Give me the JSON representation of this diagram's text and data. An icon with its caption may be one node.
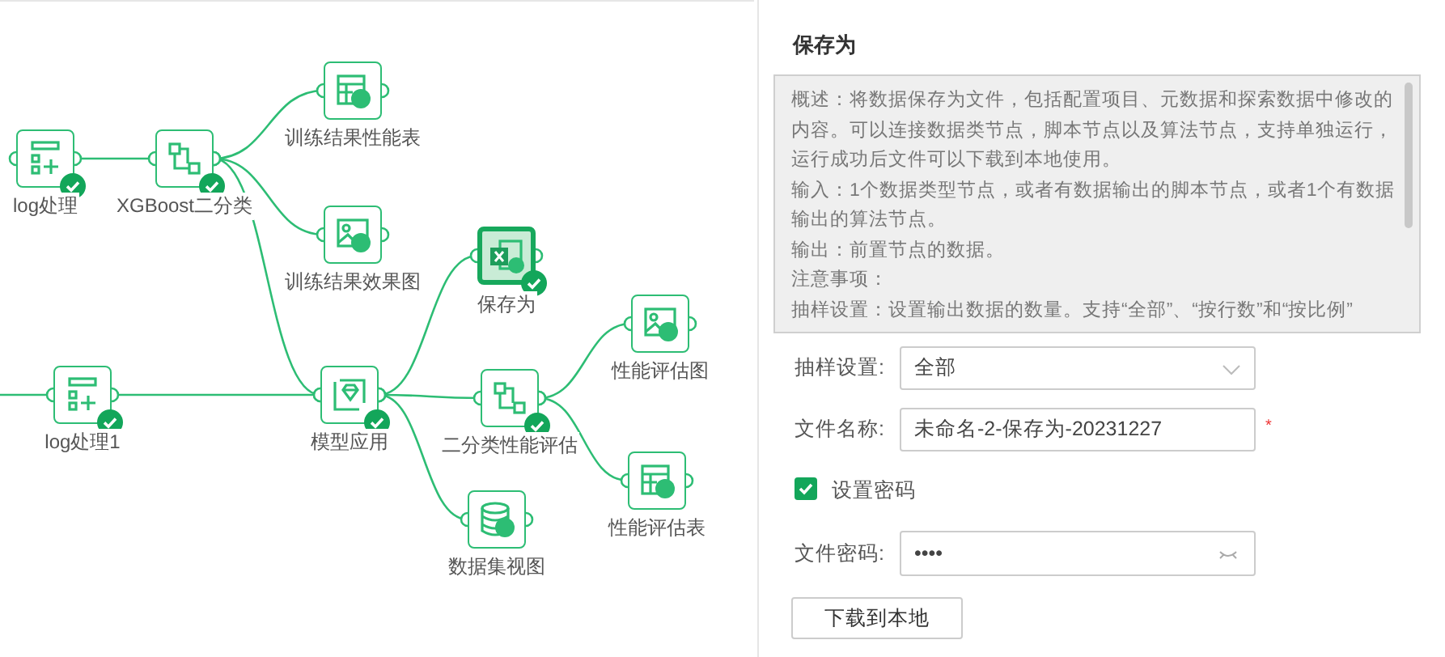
{
  "diagram": {
    "title": "保存为",
    "nodes": [
      {
        "text": [
          "log处理"
        ]
      },
      {
        "text": [
          "XGBoost二分类"
        ]
      },
      {
        "text": [
          "训练结果性能表"
        ]
      },
      {
        "text": [
          "训练结果效果图"
        ]
      },
      {
        "text": [
          "保存为"
        ]
      },
      {
        "text": [
          "log处理1"
        ]
      },
      {
        "text": [
          "模型应用"
        ]
      },
      {
        "text": [
          "二分类性能评估"
        ]
      },
      {
        "text": [
          "性能评估图"
        ]
      },
      {
        "text": [
          "性能评估表"
        ]
      },
      {
        "text": [
          "数据集视图"
        ]
      }
    ],
    "edges": [
      {
        "from": 0,
        "to": 1,
        "arrow": "other"
      },
      {
        "from": 1,
        "to": 2,
        "arrow": "other"
      },
      {
        "from": 1,
        "to": 3,
        "arrow": "other"
      },
      {
        "from": 1,
        "to": 6,
        "arrow": "other"
      },
      {
        "from": null,
        "to": 5,
        "arrow": "other"
      },
      {
        "from": 5,
        "to": 6,
        "arrow": "other"
      },
      {
        "from": 6,
        "to": 4,
        "arrow": "other"
      },
      {
        "from": 6,
        "to": 7,
        "arrow": "other"
      },
      {
        "from": 6,
        "to": 10,
        "arrow": "other"
      },
      {
        "from": 7,
        "to": 8,
        "arrow": "other"
      },
      {
        "from": 7,
        "to": 9,
        "arrow": "other"
      }
    ],
    "labels": [
      "概述：将数据保存为文件，包括配置项目、元数据和探索数据中修改的内容。可以连接数据类节点，脚本节点以及算法节点，支持单独运行，运行成功后文件可以下载到本地使用。",
      "输入：1个数据类型节点，或者有数据输出的脚本节点，或者1个有数据输出的算法节点。",
      "输出：前置节点的数据。",
      "注意事项：",
      "抽样设置：设置输出数据的数量。支持“全部”、“按行数”和“按比例”",
      "抽样设置:",
      "全部",
      "文件名称:",
      "未命名-2-保存为-20231227",
      "*",
      "设置密码",
      "文件密码:",
      "••••",
      "下载到本地"
    ]
  }
}
